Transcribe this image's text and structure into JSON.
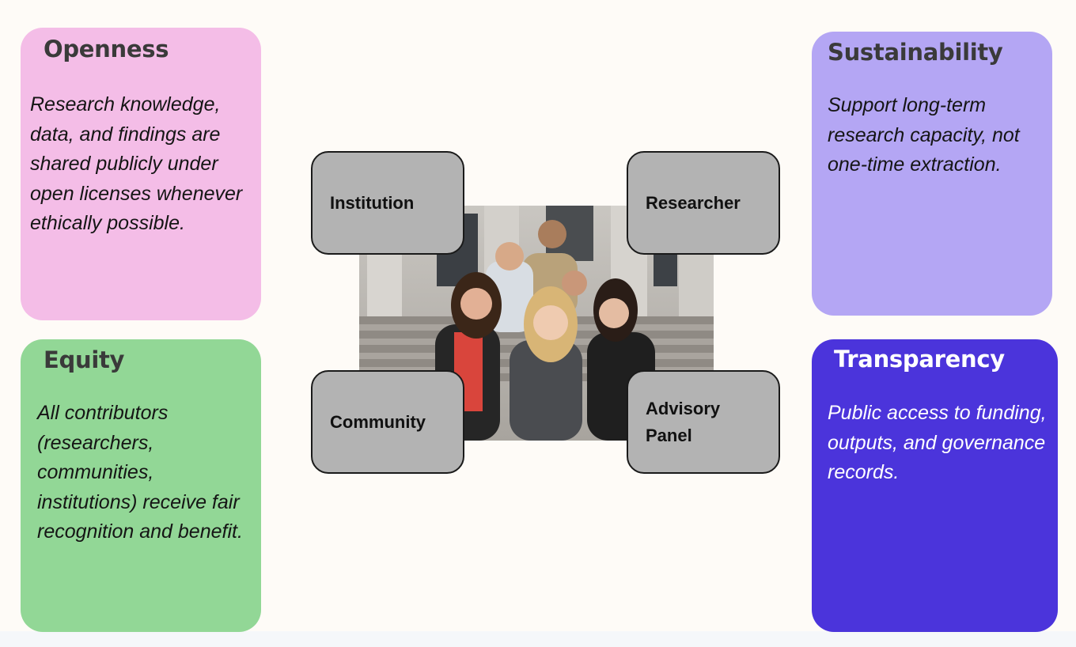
{
  "cards": {
    "openness": {
      "title": "Openness",
      "text": "Research knowledge, data, and findings are shared publicly under open licenses whenever ethically possible.",
      "color": "#f4bde7"
    },
    "equity": {
      "title": "Equity",
      "text": "All contributors (researchers, communities, institutions) receive fair recognition and benefit.",
      "color": "#92d796"
    },
    "sustainability": {
      "title": "Sustainability",
      "text": "Support long-term research capacity, not one-time extraction.",
      "color": "#b4a6f4"
    },
    "transparency": {
      "title": "Transparency",
      "text": "Public access to funding, outputs, and governance records.",
      "color": "#4b34db"
    }
  },
  "nodes": {
    "institution": "Institution",
    "researcher": "Researcher",
    "community": "Community",
    "advisory": "Advisory Panel"
  }
}
